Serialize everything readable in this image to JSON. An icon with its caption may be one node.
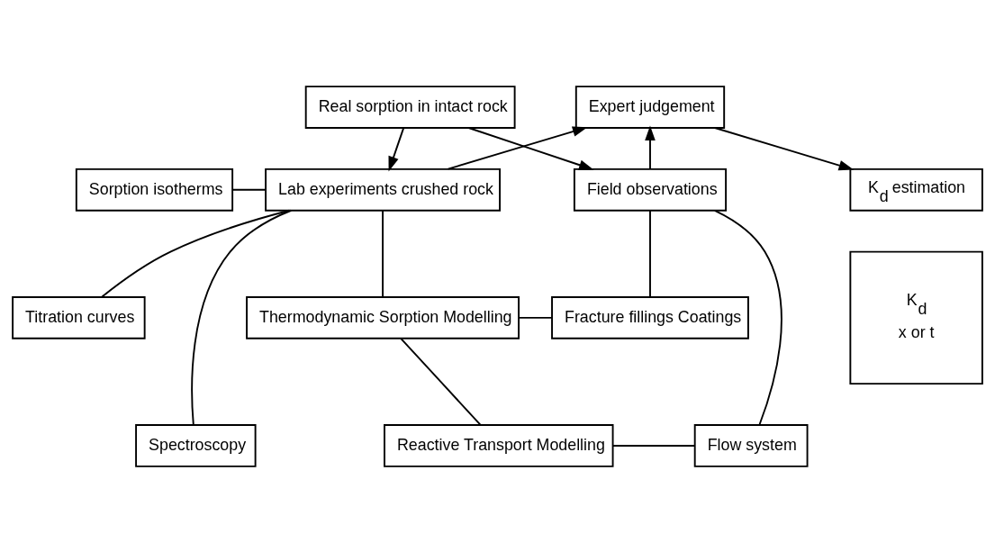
{
  "diagram": {
    "nodes": [
      {
        "text": [
          "Real sorption in intact rock"
        ]
      },
      {
        "text": [
          "Expert judgement"
        ]
      },
      {
        "text": [
          "Sorption isotherms"
        ]
      },
      {
        "text": [
          "Lab experiments crushed rock"
        ]
      },
      {
        "text": [
          "Field observations"
        ]
      },
      {
        "text": [
          "K$_{d}$ estimation"
        ]
      },
      {
        "text": [
          "Titration curves"
        ]
      },
      {
        "text": [
          "Spectroscopy"
        ]
      },
      {
        "text": [
          "Thermodynamic Sorption Modelling"
        ]
      },
      {
        "text": [
          "Fracture fillings Coatings"
        ]
      },
      {
        "text": [
          "K$_{d}$",
          "x or t"
        ]
      },
      {
        "text": [
          "Reactive Transport Modelling"
        ]
      },
      {
        "text": [
          "Flow system"
        ]
      }
    ],
    "edges": [
      {
        "from": 0,
        "to": 3,
        "arrow": "to"
      },
      {
        "from": 0,
        "to": 4,
        "arrow": "to"
      },
      {
        "from": 3,
        "to": 1,
        "arrow": "to"
      },
      {
        "from": 4,
        "to": 1,
        "arrow": "to"
      },
      {
        "from": 1,
        "to": 5,
        "arrow": "to"
      },
      {
        "from": 2,
        "to": 3,
        "arrow": "none"
      },
      {
        "from": 6,
        "to": 3,
        "arrow": "none"
      },
      {
        "from": 7,
        "to": 3,
        "arrow": "none"
      },
      {
        "from": 3,
        "to": 8,
        "arrow": "none"
      },
      {
        "from": 4,
        "to": 9,
        "arrow": "none"
      },
      {
        "from": 8,
        "to": 9,
        "arrow": "none"
      },
      {
        "from": 8,
        "to": 11,
        "arrow": "none"
      },
      {
        "from": 11,
        "to": 12,
        "arrow": "none"
      },
      {
        "from": 4,
        "to": 12,
        "arrow": "none"
      }
    ]
  }
}
